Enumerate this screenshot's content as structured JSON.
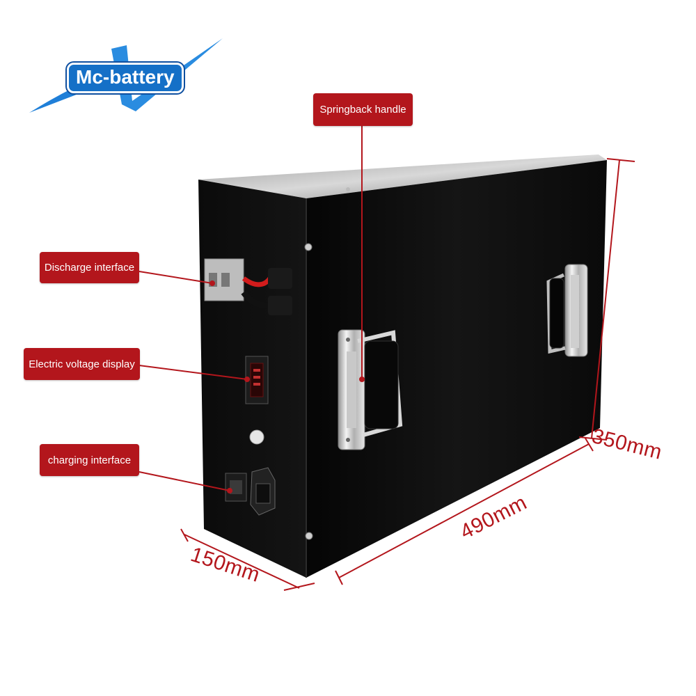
{
  "brand": {
    "logo_text": "Mc-battery",
    "logo_color": "#1570c7"
  },
  "callouts": {
    "springback_handle": "Springback handle",
    "discharge_interface": "Discharge interface",
    "voltage_display": "Electric voltage display",
    "charging_interface": "charging interface"
  },
  "dimensions": {
    "height": "350mm",
    "length": "490mm",
    "depth": "150mm"
  },
  "colors": {
    "callout_bg": "#b3161c",
    "dimension_red": "#b3161c",
    "battery_body": "#0d0d0d"
  }
}
